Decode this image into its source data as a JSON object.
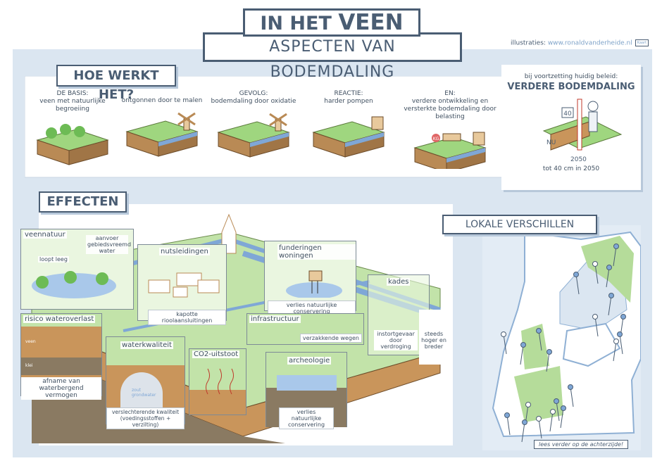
{
  "title": {
    "line1_prefix": "IN HET",
    "line1_main": "VEEN",
    "line2": "ASPECTEN VAN BODEMDALING"
  },
  "credit": {
    "label": "illustraties:",
    "url": "www.ronaldvanderheide.nl",
    "logo": "Kaart"
  },
  "how": {
    "heading": "HOE WERKT HET?",
    "steps": [
      {
        "title": "DE BASIS:",
        "text": "veen met natuurlijke begroeiing"
      },
      {
        "title": "",
        "text": "ontgonnen door te malen"
      },
      {
        "title": "GEVOLG:",
        "text": "bodemdaling door oxidatie"
      },
      {
        "title": "REACTIE:",
        "text": "harder pompen"
      },
      {
        "title": "EN:",
        "text": "verdere ontwikkeling en versterkte bodemdaling door belasting"
      }
    ],
    "weight_label": "KG"
  },
  "outlook": {
    "intro": "bij voortzetting huidig beleid:",
    "heading": "VERDERE BODEMDALING",
    "badge": "40",
    "now": "NU",
    "year": "2050",
    "caption": "tot 40 cm in 2050"
  },
  "effects": {
    "heading": "EFFECTEN",
    "veennatuur": {
      "title": "veennatuur",
      "a": "loopt leeg",
      "b": "aanvoer gebiedsvreemd water"
    },
    "nuts": {
      "title": "nutsleidingen",
      "caption": "kapotte rioolaansluitingen"
    },
    "fund": {
      "title": "funderingen woningen",
      "caption": "verlies natuurlijke conservering"
    },
    "kades": {
      "title": "kades",
      "caption": "instortgevaar door verdroging",
      "side": "steeds hoger en breder"
    },
    "risico": {
      "title": "risico wateroverlast",
      "caption": "afname van waterbergend vermogen",
      "layer1": "veen",
      "layer2": "klei"
    },
    "water": {
      "title": "waterkwaliteit",
      "caption": "verslechterende kwaliteit (voedingsstoffen + verzilting)",
      "salt": "zout grondwater"
    },
    "co2": {
      "title": "CO2-uitstoot"
    },
    "infra": {
      "title": "infrastructuur",
      "caption": "verzakkende wegen"
    },
    "arch": {
      "title": "archeologie",
      "caption": "verlies natuurlijke conservering"
    }
  },
  "local": {
    "heading": "LOKALE VERSCHILLEN",
    "footer": "lees verder op de achterzijde!"
  },
  "colors": {
    "ink": "#4a5d73",
    "panel": "#dbe6f1",
    "grass": "#9fd67f",
    "peat": "#b98a55",
    "water": "#7fa7d6"
  }
}
